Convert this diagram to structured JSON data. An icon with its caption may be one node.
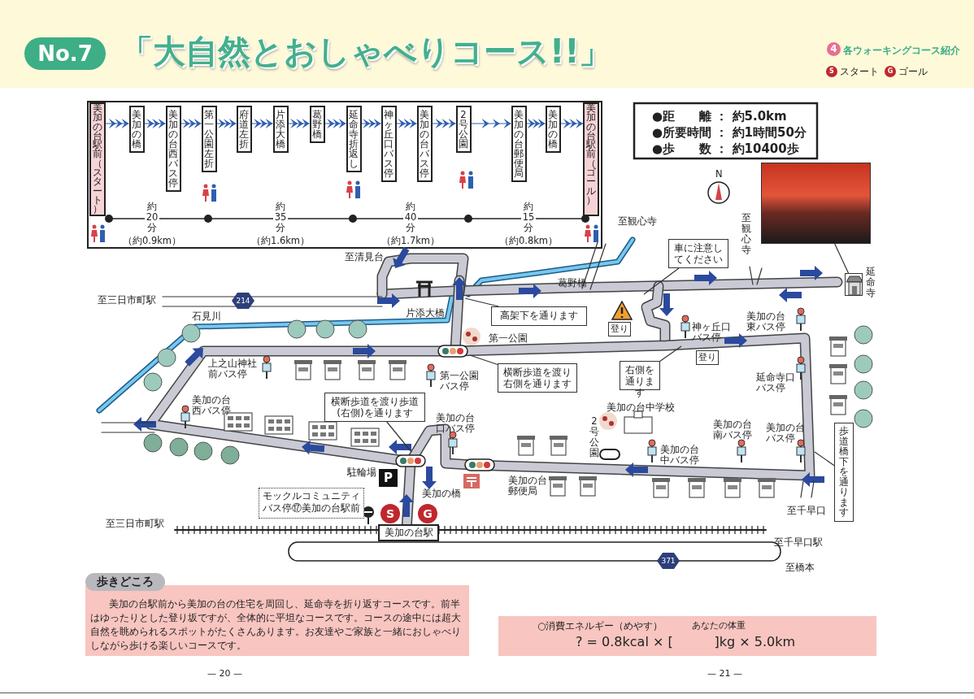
{
  "diagram": {
    "title": "「大自然とおしゃべりコース!!」",
    "nodes": [
      {
        "text": [
          "美加の台駅前（スタート）"
        ]
      },
      {
        "text": [
          "美加の橋"
        ]
      },
      {
        "text": [
          "美加の台西バス停"
        ]
      },
      {
        "text": [
          "第一公園左折"
        ]
      },
      {
        "text": [
          "府道左折"
        ]
      },
      {
        "text": [
          "片添大橋"
        ]
      },
      {
        "text": [
          "葛野橋"
        ]
      },
      {
        "text": [
          "延命寺折返し"
        ]
      },
      {
        "text": [
          "神ヶ丘口バス停"
        ]
      },
      {
        "text": [
          "美加の台バス停"
        ]
      },
      {
        "text": [
          "2号公園"
        ]
      },
      {
        "text": [
          "美加の台郵便局"
        ]
      },
      {
        "text": [
          "美加の橋"
        ]
      },
      {
        "text": [
          "美加の台駅前（ゴール）"
        ]
      },
      {
        "text": [
          "●距　　離 ： 約5.0km",
          "●所要時間 ： 約1時間50分",
          "●歩　　数 ： 約10400歩"
        ]
      },
      {
        "text": [
          "高架下を通ります"
        ]
      },
      {
        "text": [
          "横断歩道を渡り右側を通ります"
        ]
      },
      {
        "text": [
          "横断歩道を渡り歩道(右側)を通ります"
        ]
      },
      {
        "text": [
          "車に注意してください"
        ]
      },
      {
        "text": [
          "右側を通ります"
        ]
      },
      {
        "text": [
          "歩道橋下を通ります"
        ]
      },
      {
        "text": [],
        "shape": "picture"
      },
      {
        "text": [],
        "shape": "picture",
        "beside": [
          "延命寺"
        ]
      },
      {
        "text": [
          "登り"
        ]
      },
      {
        "text": [
          "登り"
        ]
      },
      {
        "text": [
          "美加の台駅"
        ]
      },
      {
        "text": [
          "モックルコミュニティバス停⑰美加の台駅前"
        ]
      },
      {
        "text": [
          "歩きどころ",
          "美加の台駅前から美加の台の住宅を周回し、延命寺を折り返すコースです。前半はゆったりとした登り坂ですが、全体的に平坦なコースです。コースの途中には超大自然を眺められるスポットがたくさんあります。お友達やご家族と一緒におしゃべりしながら歩ける楽しいコースです。"
        ]
      },
      {
        "text": [
          "○消費エネルギー（めやす）",
          "あなたの体重",
          "? = 0.8kcal × [          ]kg × 5.0km"
        ]
      }
    ],
    "edges": [
      {
        "from": 0,
        "to": 1,
        "arrow": "to"
      },
      {
        "from": 1,
        "to": 2,
        "arrow": "to"
      },
      {
        "from": 2,
        "to": 3,
        "arrow": "to"
      },
      {
        "from": 3,
        "to": 4,
        "arrow": "to"
      },
      {
        "from": 4,
        "to": 5,
        "arrow": "to"
      },
      {
        "from": 5,
        "to": 6,
        "arrow": "to"
      },
      {
        "from": 6,
        "to": 7,
        "arrow": "to"
      },
      {
        "from": 7,
        "to": 8,
        "arrow": "to"
      },
      {
        "from": 8,
        "to": 9,
        "arrow": "to"
      },
      {
        "from": 9,
        "to": 10,
        "arrow": "to"
      },
      {
        "from": 10,
        "to": 11,
        "arrow": "to"
      },
      {
        "from": 11,
        "to": 12,
        "arrow": "to"
      },
      {
        "from": 12,
        "to": 13,
        "arrow": "to"
      },
      {
        "from": 15,
        "to": null,
        "arrow": "none",
        "color": "#333333"
      },
      {
        "from": 16,
        "to": null,
        "arrow": "none",
        "color": "#333333"
      },
      {
        "from": 17,
        "to": null,
        "arrow": "none",
        "color": "#333333"
      },
      {
        "from": 18,
        "to": null,
        "arrow": "none",
        "color": "#333333"
      },
      {
        "from": 19,
        "to": null,
        "arrow": "none",
        "color": "#333333"
      },
      {
        "from": 20,
        "to": null,
        "arrow": "none",
        "color": "#333333"
      },
      {
        "from": 21,
        "to": 22,
        "arrow": "none",
        "color": "#333333"
      }
    ],
    "labels": [
      "No.7",
      "4",
      "各ウォーキングコース紹介",
      "S",
      "G",
      "約20分",
      "（約0.9km）",
      "約35分",
      "（約1.6km）",
      "約40分",
      "（約1.7km）",
      "約15分",
      "（約0.8km）",
      "N",
      "至観心寺",
      "至観心寺",
      "至清見台",
      "葛野橋",
      "至三日市町駅",
      "214",
      "石見川",
      "片添大橋",
      "美加の台東バス停",
      "神ヶ丘口バス停",
      "第一公園",
      "上之山神社前バス停",
      "第一公園バス停",
      "延命寺口バス停",
      "美加の台西バス停",
      "美加の台中学校",
      "美加の台南バス停",
      "美加の台バス停",
      "美加の台口バス停",
      "2号公園",
      "美加の台中バス停",
      "駐輪場",
      "P",
      "美加の台郵便局",
      "美加の橋",
      "S",
      "G",
      "至千早口",
      "至三日市町駅",
      "至千早口駅",
      "371",
      "至橋本",
      "— 20 —",
      "— 21 —"
    ],
    "legend": [
      {
        "text": "スタート"
      },
      {
        "text": "ゴール"
      }
    ]
  }
}
